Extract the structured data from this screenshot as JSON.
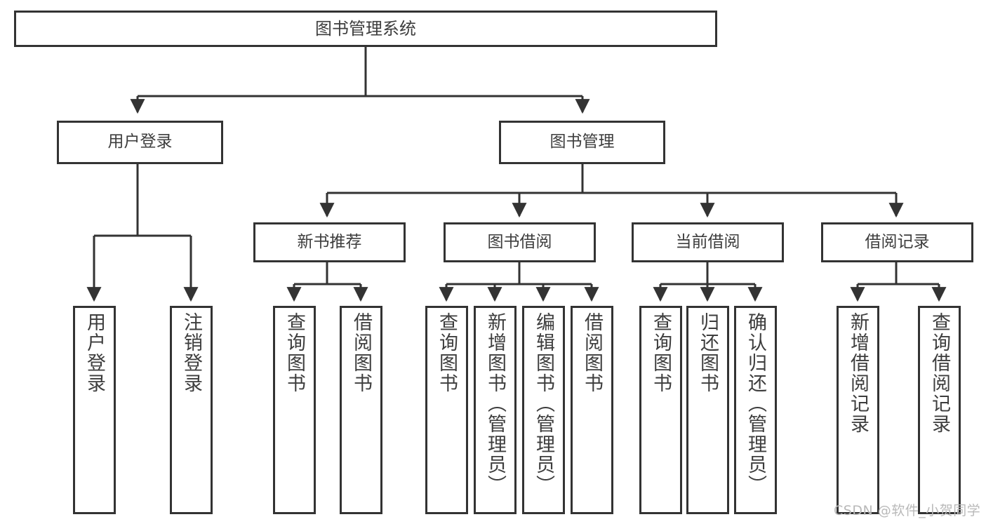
{
  "diagram": {
    "type": "tree-hierarchy",
    "title": "图书管理系统",
    "levels": {
      "root": {
        "label": "图书管理系统"
      },
      "level2": [
        {
          "id": "user-login",
          "label": "用户登录"
        },
        {
          "id": "book-management",
          "label": "图书管理"
        }
      ],
      "level3": [
        {
          "id": "new-book-recommend",
          "label": "新书推荐"
        },
        {
          "id": "book-borrow",
          "label": "图书借阅"
        },
        {
          "id": "current-borrow",
          "label": "当前借阅"
        },
        {
          "id": "borrow-record",
          "label": "借阅记录"
        }
      ],
      "leaves": [
        {
          "id": "leaf-user-login",
          "label": "用户登录",
          "parent": "user-login"
        },
        {
          "id": "leaf-user-logout",
          "label": "注销登录",
          "parent": "user-login"
        },
        {
          "id": "leaf-query-book-1",
          "label": "查询图书",
          "parent": "new-book-recommend"
        },
        {
          "id": "leaf-borrow-book-1",
          "label": "借阅图书",
          "parent": "new-book-recommend"
        },
        {
          "id": "leaf-query-book-2",
          "label": "查询图书",
          "parent": "book-borrow"
        },
        {
          "id": "leaf-add-book",
          "label": "新增图书（管理员）",
          "parent": "book-borrow"
        },
        {
          "id": "leaf-edit-book",
          "label": "编辑图书（管理员）",
          "parent": "book-borrow"
        },
        {
          "id": "leaf-borrow-book-2",
          "label": "借阅图书",
          "parent": "book-borrow"
        },
        {
          "id": "leaf-query-book-3",
          "label": "查询图书",
          "parent": "current-borrow"
        },
        {
          "id": "leaf-return-book",
          "label": "归还图书",
          "parent": "current-borrow"
        },
        {
          "id": "leaf-confirm-return",
          "label": "确认归还（管理员）",
          "parent": "current-borrow"
        },
        {
          "id": "leaf-add-record",
          "label": "新增借阅记录",
          "parent": "borrow-record"
        },
        {
          "id": "leaf-query-record",
          "label": "查询借阅记录",
          "parent": "borrow-record"
        }
      ]
    },
    "colors": {
      "box_border": "#333333",
      "box_fill": "#ffffff",
      "text": "#3d3d3d",
      "edge": "#333333",
      "watermark": "#b9b9b9"
    }
  },
  "watermark": {
    "text": "CSDN @软件_小贺同学"
  }
}
